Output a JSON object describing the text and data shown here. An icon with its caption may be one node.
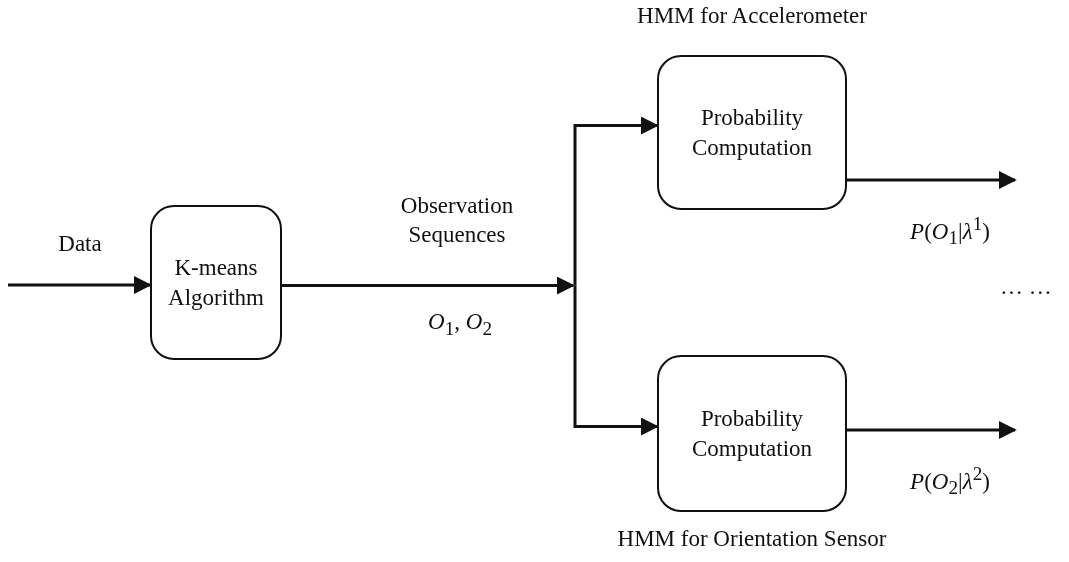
{
  "diagram": {
    "nodes": [
      {
        "text": [
          "K-means Algorithm"
        ]
      },
      {
        "text": [
          "Probability Computation"
        ],
        "beside": [
          "HMM for Accelerometer"
        ]
      },
      {
        "text": [
          "Probability Computation"
        ],
        "beside": [
          "HMM for Orientation Sensor"
        ]
      }
    ],
    "edges": [
      {
        "from": null,
        "to": 0,
        "arrow": "to",
        "label": "Data"
      },
      {
        "from": 0,
        "to": 1,
        "arrow": "to",
        "label": "Observation Sequences"
      },
      {
        "from": 0,
        "to": 2,
        "arrow": "to",
        "label": "*O*$_{1}$, *O*$_{2}$"
      },
      {
        "from": 1,
        "to": null,
        "arrow": "to",
        "label": "*P*(*O*$_{1}$|*λ*$^{1}$)"
      },
      {
        "from": 2,
        "to": null,
        "arrow": "to",
        "label": "*P*(*O*$_{2}$|*λ*$^{2}$)"
      }
    ],
    "labels": [
      "… …"
    ]
  }
}
